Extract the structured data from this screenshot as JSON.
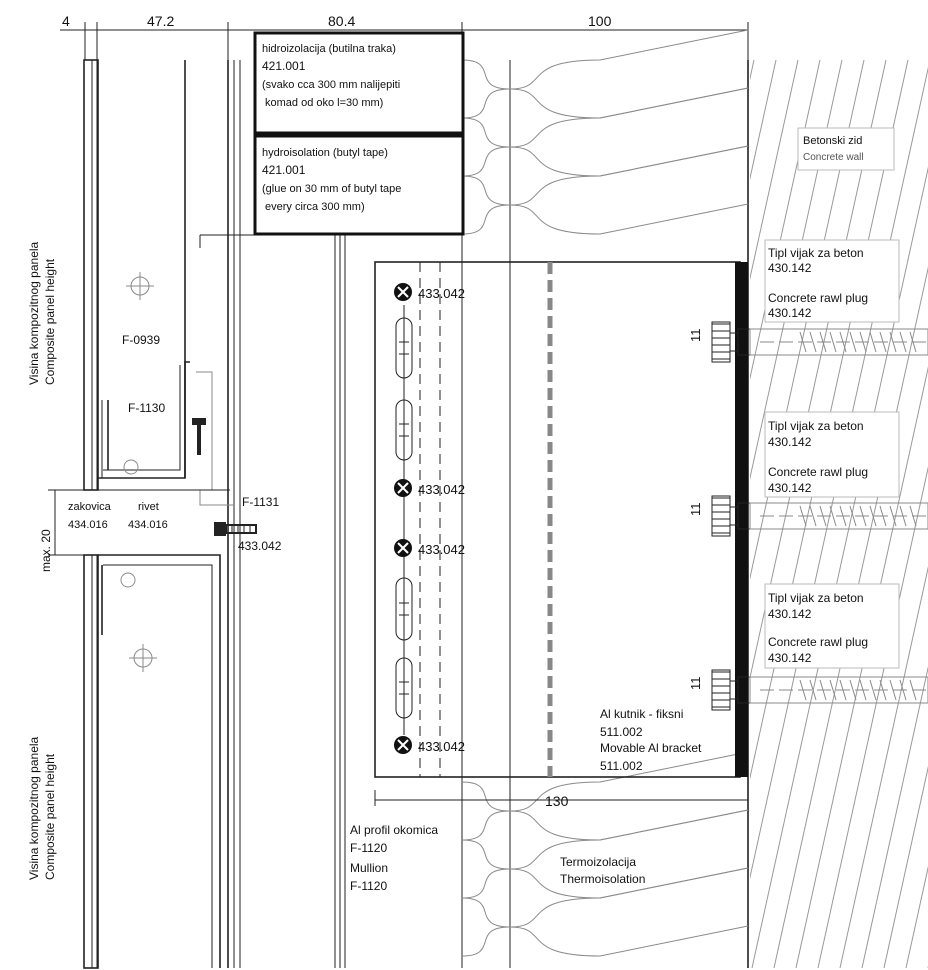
{
  "dimensions": {
    "d1": "4",
    "d2": "47.2",
    "d3": "80.4",
    "d4": "100",
    "d5": "130",
    "joint": "max. 20",
    "gap1": "11",
    "gap2": "11",
    "gap3": "11"
  },
  "notes": {
    "hydro_hr": [
      "hidroizolacija (butilna traka)",
      "421.001",
      "(svako cca 300 mm nalijepiti",
      "komad od oko l=30 mm)"
    ],
    "hydro_en": [
      "hydroisolation (butyl tape)",
      "421.001",
      "(glue on 30 mm of butyl tape",
      "every circa 300 mm)"
    ],
    "concrete_wall": [
      "Betonski zid",
      "Concrete wall"
    ],
    "plug1": [
      "Tipl vijak za beton",
      "430.142",
      "Concrete rawl plug",
      "430.142"
    ],
    "plug2": [
      "Tipl vijak za beton",
      "430.142",
      "Concrete rawl plug",
      "430.142"
    ],
    "plug3": [
      "Tipl vijak za beton",
      "430.142",
      "Concrete rawl plug",
      "430.142"
    ],
    "bracket": [
      "Al kutnik - fiksni",
      "511.002",
      "Movable Al bracket",
      "511.002"
    ],
    "mullion": [
      "Al profil okomica",
      "F-1120",
      "Mullion",
      "F-1120"
    ],
    "thermal": [
      "Termoizolacija",
      "Thermoisolation"
    ],
    "panel_top": [
      "Visina kompozitnog panela",
      "Composite panel height"
    ],
    "panel_bottom": [
      "Visina kompozitnog panela",
      "Composite panel height"
    ],
    "rivet": [
      "zakovica",
      "rivet",
      "434.016",
      "434.016"
    ]
  },
  "profiles": {
    "p1": "F-0939",
    "p2": "F-1130",
    "p3": "F-1131"
  },
  "screws": {
    "s1": "433.042",
    "s2": "433.042",
    "s3": "433.042",
    "s4": "433.042",
    "s5": "433.042"
  }
}
